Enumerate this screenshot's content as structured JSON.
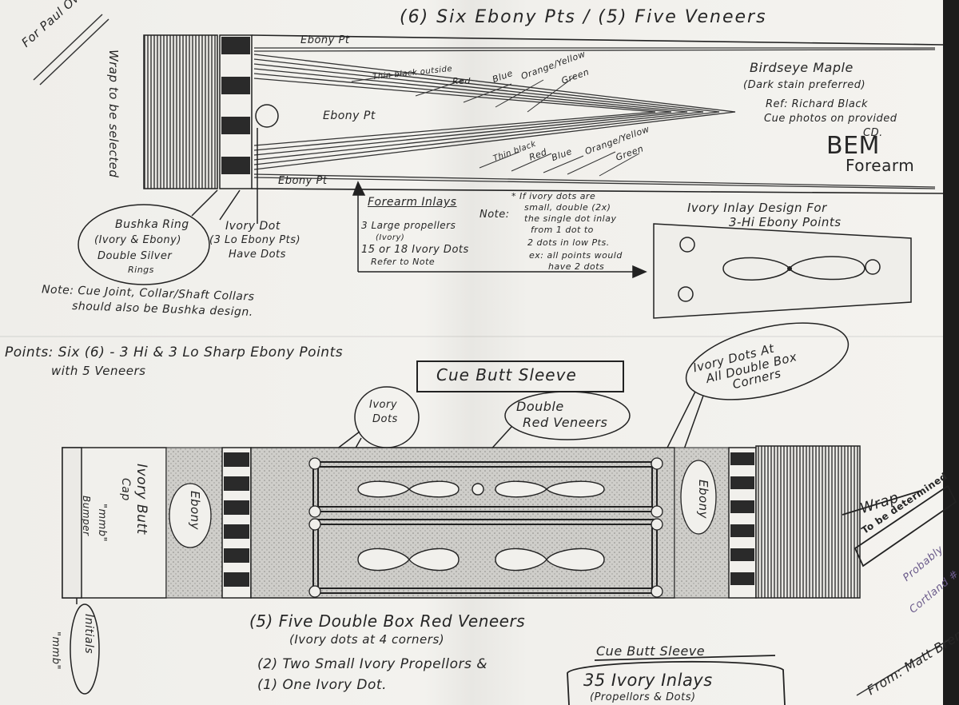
{
  "title": "(6) Six Ebony Pts / (5) Five Veneers",
  "corner_note": "For Paul Owen",
  "top_drawing": {
    "wrap_note": "Wrap to be selected",
    "ebony_labels": [
      "Ebony Pt",
      "Ebony Pt",
      "Ebony Pt"
    ],
    "veneers_top": [
      "Thin black outside",
      "Red",
      "Blue",
      "Orange/Yellow",
      "Green"
    ],
    "veneers_bottom": [
      "Thin black",
      "Red",
      "Blue",
      "Orange/Yellow",
      "Green"
    ],
    "wood_note": [
      "Birdseye Maple",
      "(Dark stain preferred)",
      "Ref: Richard Black",
      "Cue photos on provided",
      "CD."
    ],
    "forearm_label": [
      "BEM",
      "Forearm"
    ],
    "bushka_note": [
      "Bushka Ring",
      "(Ivory & Ebony)",
      "Double Silver",
      "Rings"
    ],
    "ivory_dot_note": [
      "Ivory Dot",
      "(3 Lo Ebony Pts)",
      "Have Dots"
    ],
    "joint_note": [
      "Note: Cue Joint, Collar/Shaft Collars",
      "should also be Bushka design."
    ]
  },
  "forearm_inlays": {
    "heading": "Forearm Inlays",
    "lines": [
      "3 Large propellers",
      "(Ivory)",
      "15 or 18 Ivory Dots",
      "Refer to Note"
    ],
    "note_label": "Note:",
    "note_lines": [
      "* If ivory dots are",
      "small, double (2x)",
      "the single dot inlay",
      "from 1 dot to",
      "2 dots in low Pts.",
      "ex: all points would",
      "have 2 dots"
    ]
  },
  "inlay_design": {
    "title": [
      "Ivory Inlay Design For",
      "3-Hi Ebony Points"
    ]
  },
  "points_note": [
    "Points: Six (6) - 3 Hi & 3 Lo Sharp Ebony Points",
    "with 5 Veneers"
  ],
  "sleeve": {
    "box_label": "Cue Butt Sleeve",
    "ivory_dots_callout": [
      "Ivory",
      "Dots"
    ],
    "double_red_callout": [
      "Double",
      "Red Veneers"
    ],
    "corner_callout": [
      "Ivory Dots At",
      "All Double Box",
      "Corners"
    ],
    "cap_label": [
      "Ivory Butt",
      "Cap"
    ],
    "bumper_label": [
      "\"mmb\"",
      "Bumper"
    ],
    "ebony_left": "Ebony",
    "ebony_right": "Ebony",
    "wrap_label": "Wrap",
    "wrap_box": "To be determined",
    "probably": [
      "Probably",
      "Cortland #"
    ],
    "initials_label": "Initials",
    "initials_value": "\"mmb\""
  },
  "bottom_notes": {
    "line1": "(5) Five Double Box Red Veneers",
    "line2": "(Ivory dots at 4 corners)",
    "line3": "(2) Two Small Ivory Propellors &",
    "line4": "(1) One Ivory Dot.",
    "sleeve_tag": "Cue Butt Sleeve",
    "inlay_count": [
      "35 Ivory Inlays",
      "(Propellors & Dots)"
    ],
    "from_note": "From: Matt Bren"
  }
}
